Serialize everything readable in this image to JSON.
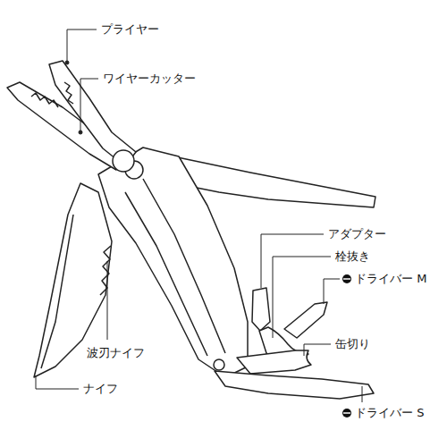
{
  "diagram": {
    "labels": [
      "プライヤー",
      "ワイヤーカッター",
      "アダプター",
      "栓抜き",
      "ドライバー M",
      "缶切り",
      "ドライバー S",
      "波刃ナイフ",
      "ナイフ"
    ]
  }
}
